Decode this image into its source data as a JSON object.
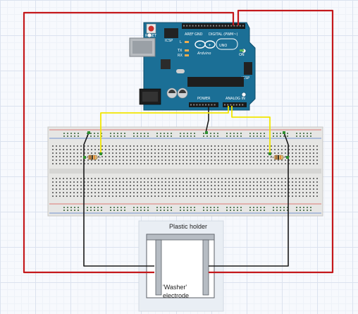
{
  "board": {
    "model": "UNO",
    "brand": "Arduino",
    "reset_label": "RESET",
    "icsp_label": "ICSP",
    "digital_label": "DIGITAL (PWM~)",
    "power_label": "POWER",
    "analog_label": "ANALOG IN",
    "tx_label": "TX",
    "rx_label": "RX",
    "l_label": "L",
    "on_label": "ON",
    "aref_label": "AREF",
    "gnd_label": "GND"
  },
  "labels": {
    "holder": "Plastic holder",
    "electrode_line1": "'Washer'",
    "electrode_line2": "electrode"
  },
  "colors": {
    "board": "#1b6f96",
    "wire_red": "#c4181b",
    "wire_black": "#1a1a1a",
    "wire_yellow": "#f2e600",
    "breadboard": "#e6e6e4",
    "rail_red": "#d9534f",
    "rail_blue": "#4a74c9"
  }
}
